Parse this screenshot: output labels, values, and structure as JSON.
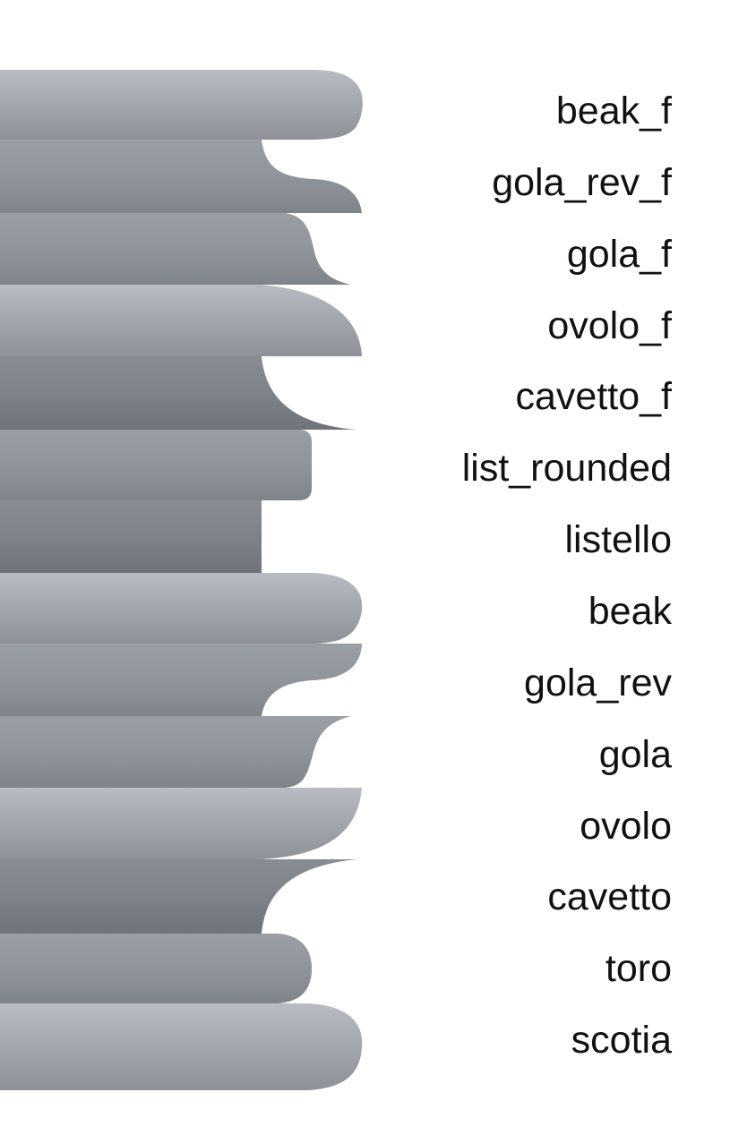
{
  "moldings": [
    {
      "id": "beak_f",
      "label": "beak_f"
    },
    {
      "id": "gola_rev_f",
      "label": "gola_rev_f"
    },
    {
      "id": "gola_f",
      "label": "gola_f"
    },
    {
      "id": "ovolo_f",
      "label": "ovolo_f"
    },
    {
      "id": "cavetto_f",
      "label": "cavetto_f"
    },
    {
      "id": "list_rounded",
      "label": "list_rounded"
    },
    {
      "id": "listello",
      "label": "listello"
    },
    {
      "id": "beak",
      "label": "beak"
    },
    {
      "id": "gola_rev",
      "label": "gola_rev"
    },
    {
      "id": "gola",
      "label": "gola"
    },
    {
      "id": "ovolo",
      "label": "ovolo"
    },
    {
      "id": "cavetto",
      "label": "cavetto"
    },
    {
      "id": "toro",
      "label": "toro"
    },
    {
      "id": "scotia",
      "label": "scotia"
    }
  ],
  "colors": {
    "light": "#a4a9b0",
    "mid": "#8f949b",
    "dark": "#7d8188",
    "label": "#111111",
    "background": "#ffffff"
  }
}
